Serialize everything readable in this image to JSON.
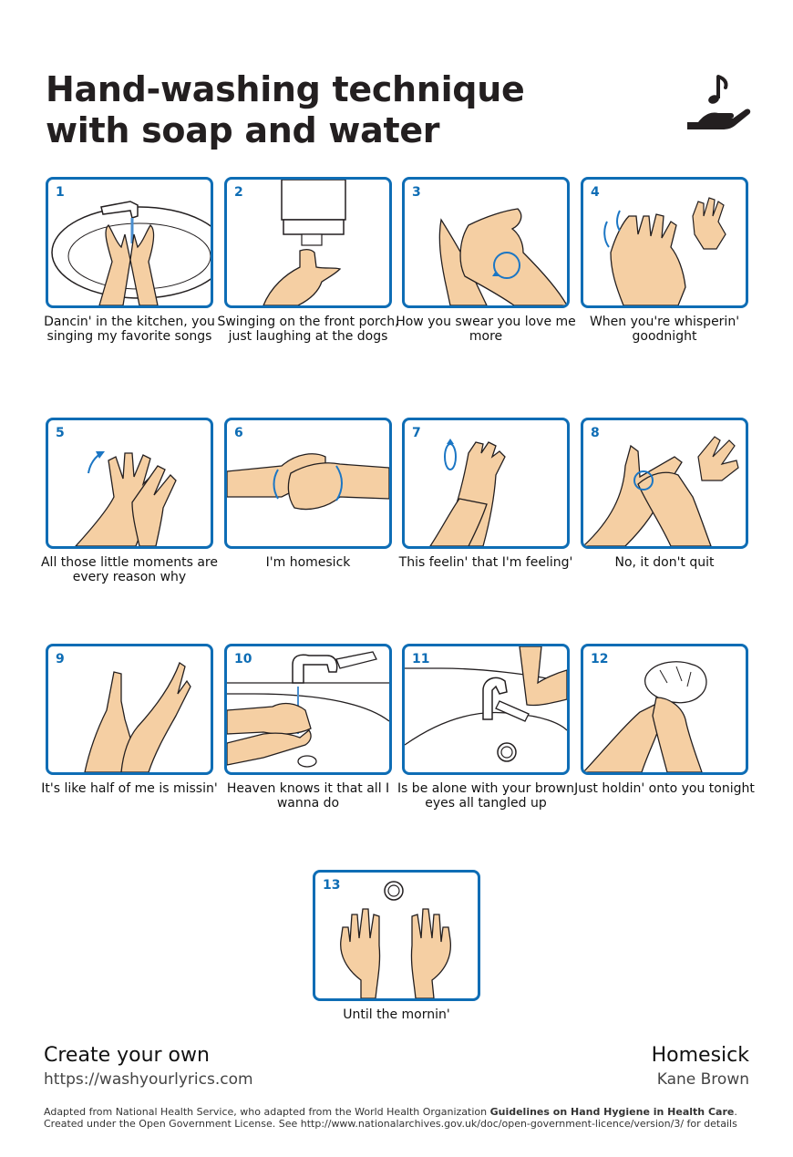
{
  "title": {
    "line1": "Hand-washing technique",
    "line2": "with soap and water"
  },
  "logo_icon": "music-note-hand-icon",
  "accent_color": "#0e6db5",
  "skin_color": "#f5cfa3",
  "steps": [
    {
      "number": "1",
      "caption": "Dancin' in the kitchen, you singing my favorite songs"
    },
    {
      "number": "2",
      "caption": "Swinging on the front porch, just laughing at the dogs"
    },
    {
      "number": "3",
      "caption": "How you swear you love me more"
    },
    {
      "number": "4",
      "caption": "When you're whisperin' goodnight"
    },
    {
      "number": "5",
      "caption": "All those little moments are every reason why"
    },
    {
      "number": "6",
      "caption": "I'm homesick"
    },
    {
      "number": "7",
      "caption": "This feelin' that I'm feeling'"
    },
    {
      "number": "8",
      "caption": "No, it don't quit"
    },
    {
      "number": "9",
      "caption": "It's like half of me is missin'"
    },
    {
      "number": "10",
      "caption": "Heaven knows it that all I wanna do"
    },
    {
      "number": "11",
      "caption": "Is be alone with your brown eyes all tangled up"
    },
    {
      "number": "12",
      "caption": "Just holdin' onto you tonight"
    },
    {
      "number": "13",
      "caption": "Until the mornin'"
    }
  ],
  "footer": {
    "create_label": "Create your own",
    "url": "https://washyourlyrics.com",
    "song_title": "Homesick",
    "artist": "Kane Brown"
  },
  "credits": {
    "adapted_prefix": "Adapted from National Health Service, who adapted from the World Health Organization ",
    "guidelines": "Guidelines on Hand Hygiene in Health Care",
    "adapted_suffix": ".",
    "license": "Created under the Open Government License. See http://www.nationalarchives.gov.uk/doc/open-government-licence/version/3/ for details"
  }
}
